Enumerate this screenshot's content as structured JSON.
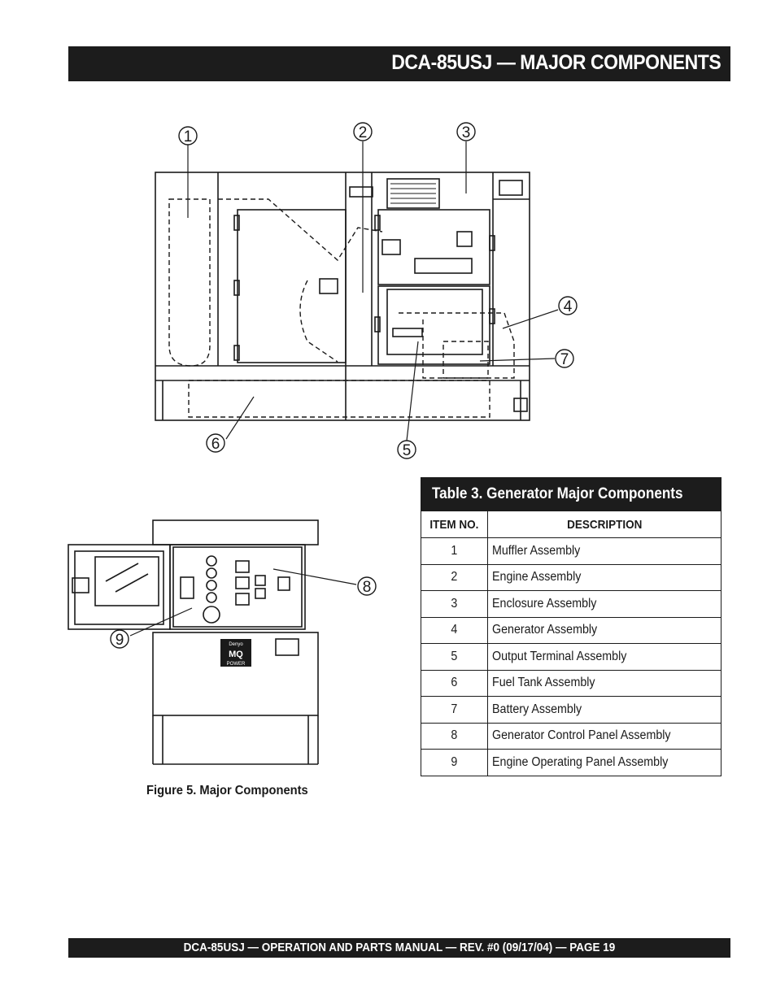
{
  "header": {
    "title": "DCA-85USJ — MAJOR COMPONENTS"
  },
  "figure": {
    "callouts": [
      "1",
      "2",
      "3",
      "4",
      "5",
      "6",
      "7",
      "8",
      "9"
    ],
    "caption": "Figure 5. Major Components",
    "panel_badge": {
      "top": "Denyo",
      "middle": "MQ",
      "bottom": "POWER"
    }
  },
  "table": {
    "title": "Table 3. Generator Major Components",
    "headers": {
      "item_no": "ITEM NO.",
      "description": "DESCRIPTION"
    },
    "rows": [
      {
        "no": "1",
        "desc": "Muffler Assembly"
      },
      {
        "no": "2",
        "desc": "Engine Assembly"
      },
      {
        "no": "3",
        "desc": "Enclosure Assembly"
      },
      {
        "no": "4",
        "desc": "Generator Assembly"
      },
      {
        "no": "5",
        "desc": "Output Terminal Assembly"
      },
      {
        "no": "6",
        "desc": "Fuel Tank Assembly"
      },
      {
        "no": "7",
        "desc": "Battery Assembly"
      },
      {
        "no": "8",
        "desc": "Generator Control Panel Assembly"
      },
      {
        "no": "9",
        "desc": "Engine Operating Panel Assembly"
      }
    ]
  },
  "footer": {
    "text": "DCA-85USJ — OPERATION AND PARTS MANUAL — REV. #0  (09/17/04) — PAGE 19"
  }
}
